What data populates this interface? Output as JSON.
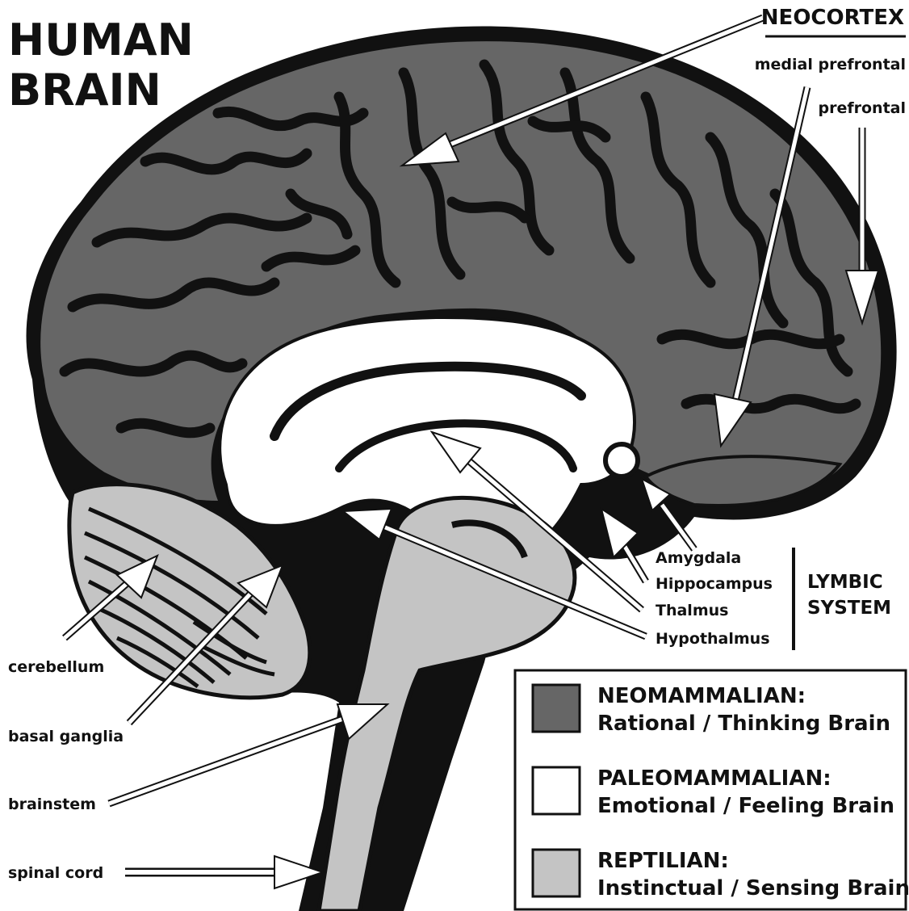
{
  "title": {
    "line1": "HUMAN",
    "line2": "BRAIN"
  },
  "neocortex": {
    "heading": "NEOCORTEX",
    "medial_prefrontal": "medial prefrontal",
    "prefrontal": "prefrontal"
  },
  "limbic": {
    "items": [
      "Amygdala",
      "Hippocampus",
      "Thalmus",
      "Hypothalmus"
    ],
    "group_line1": "LYMBIC",
    "group_line2": "SYSTEM"
  },
  "left_labels": {
    "cerebellum": "cerebellum",
    "basal_ganglia": "basal ganglia",
    "brainstem": "brainstem",
    "spinal_cord": "spinal cord"
  },
  "legend": [
    {
      "name": "NEOMAMMALIAN:",
      "desc": "Rational / Thinking Brain",
      "color": "#666666"
    },
    {
      "name": "PALEOMAMMALIAN:",
      "desc": "Emotional / Feeling Brain",
      "color": "#ffffff"
    },
    {
      "name": "REPTILIAN:",
      "desc": "Instinctual / Sensing Brain",
      "color": "#c4c4c4"
    }
  ],
  "colors": {
    "neocortex": "#666666",
    "paleo": "#ffffff",
    "reptilian": "#c4c4c4",
    "outline": "#111111"
  }
}
